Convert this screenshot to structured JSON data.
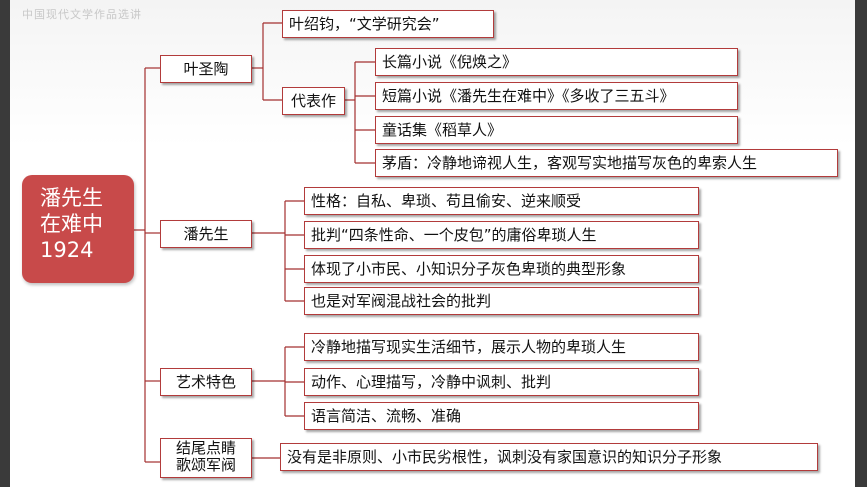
{
  "watermark": "中国现代文学作品选讲",
  "root": {
    "line1": "潘先生",
    "line2": "在难中",
    "line3": "1924"
  },
  "branches": {
    "ye": {
      "label": "叶圣陶",
      "intro": "叶绍钧，“文学研究会”",
      "works_label": "代表作",
      "works": [
        "长篇小说《倪焕之》",
        "短篇小说《潘先生在难中》《多收了三五斗》",
        "童话集《稻草人》"
      ],
      "maodun": "茅盾：冷静地谛视人生，客观写实地描写灰色的卑索人生"
    },
    "pan": {
      "label": "潘先生",
      "items": [
        "性格：自私、卑琐、苟且偷安、逆来顺受",
        "批判“四条性命、一个皮包”的庸俗卑琐人生",
        "体现了小市民、小知识分子灰色卑琐的典型形象",
        "也是对军阀混战社会的批判"
      ]
    },
    "art": {
      "label": "艺术特色",
      "items": [
        "冷静地描写现实生活细节，展示人物的卑琐人生",
        "动作、心理描写，冷静中讽刺、批判",
        "语言简洁、流畅、准确"
      ]
    },
    "end": {
      "label_line1": "结尾点睛",
      "label_line2": "歌颂军阀",
      "item": "没有是非原则、小市民劣根性，讽刺没有家国意识的知识分子形象"
    }
  },
  "colors": {
    "accent": "#c84a4a",
    "border": "#b23b3b",
    "connector": "#a33030",
    "frame": "#3a3a3a"
  }
}
